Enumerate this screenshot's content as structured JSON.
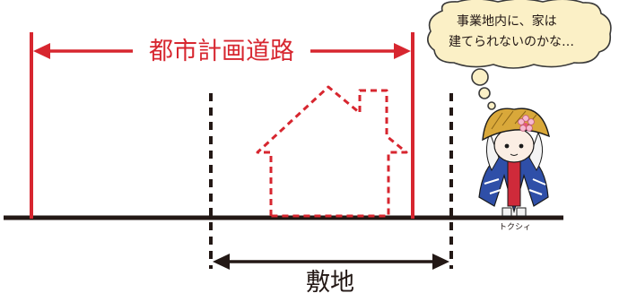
{
  "labels": {
    "road": "都市計画道路",
    "site": "敷地",
    "mascot": "トクシィ"
  },
  "bubble": {
    "line1": "事業地内に、家は",
    "line2": "建てられないのかな…"
  },
  "mascot_icon": "mascot-character-icon",
  "colors": {
    "road": "#d7262f",
    "ground": "#231815",
    "house": "#d7262f",
    "text": "#231815",
    "bubble_fill": "#fbf0c6",
    "bubble_stroke": "#3a3a3a"
  }
}
